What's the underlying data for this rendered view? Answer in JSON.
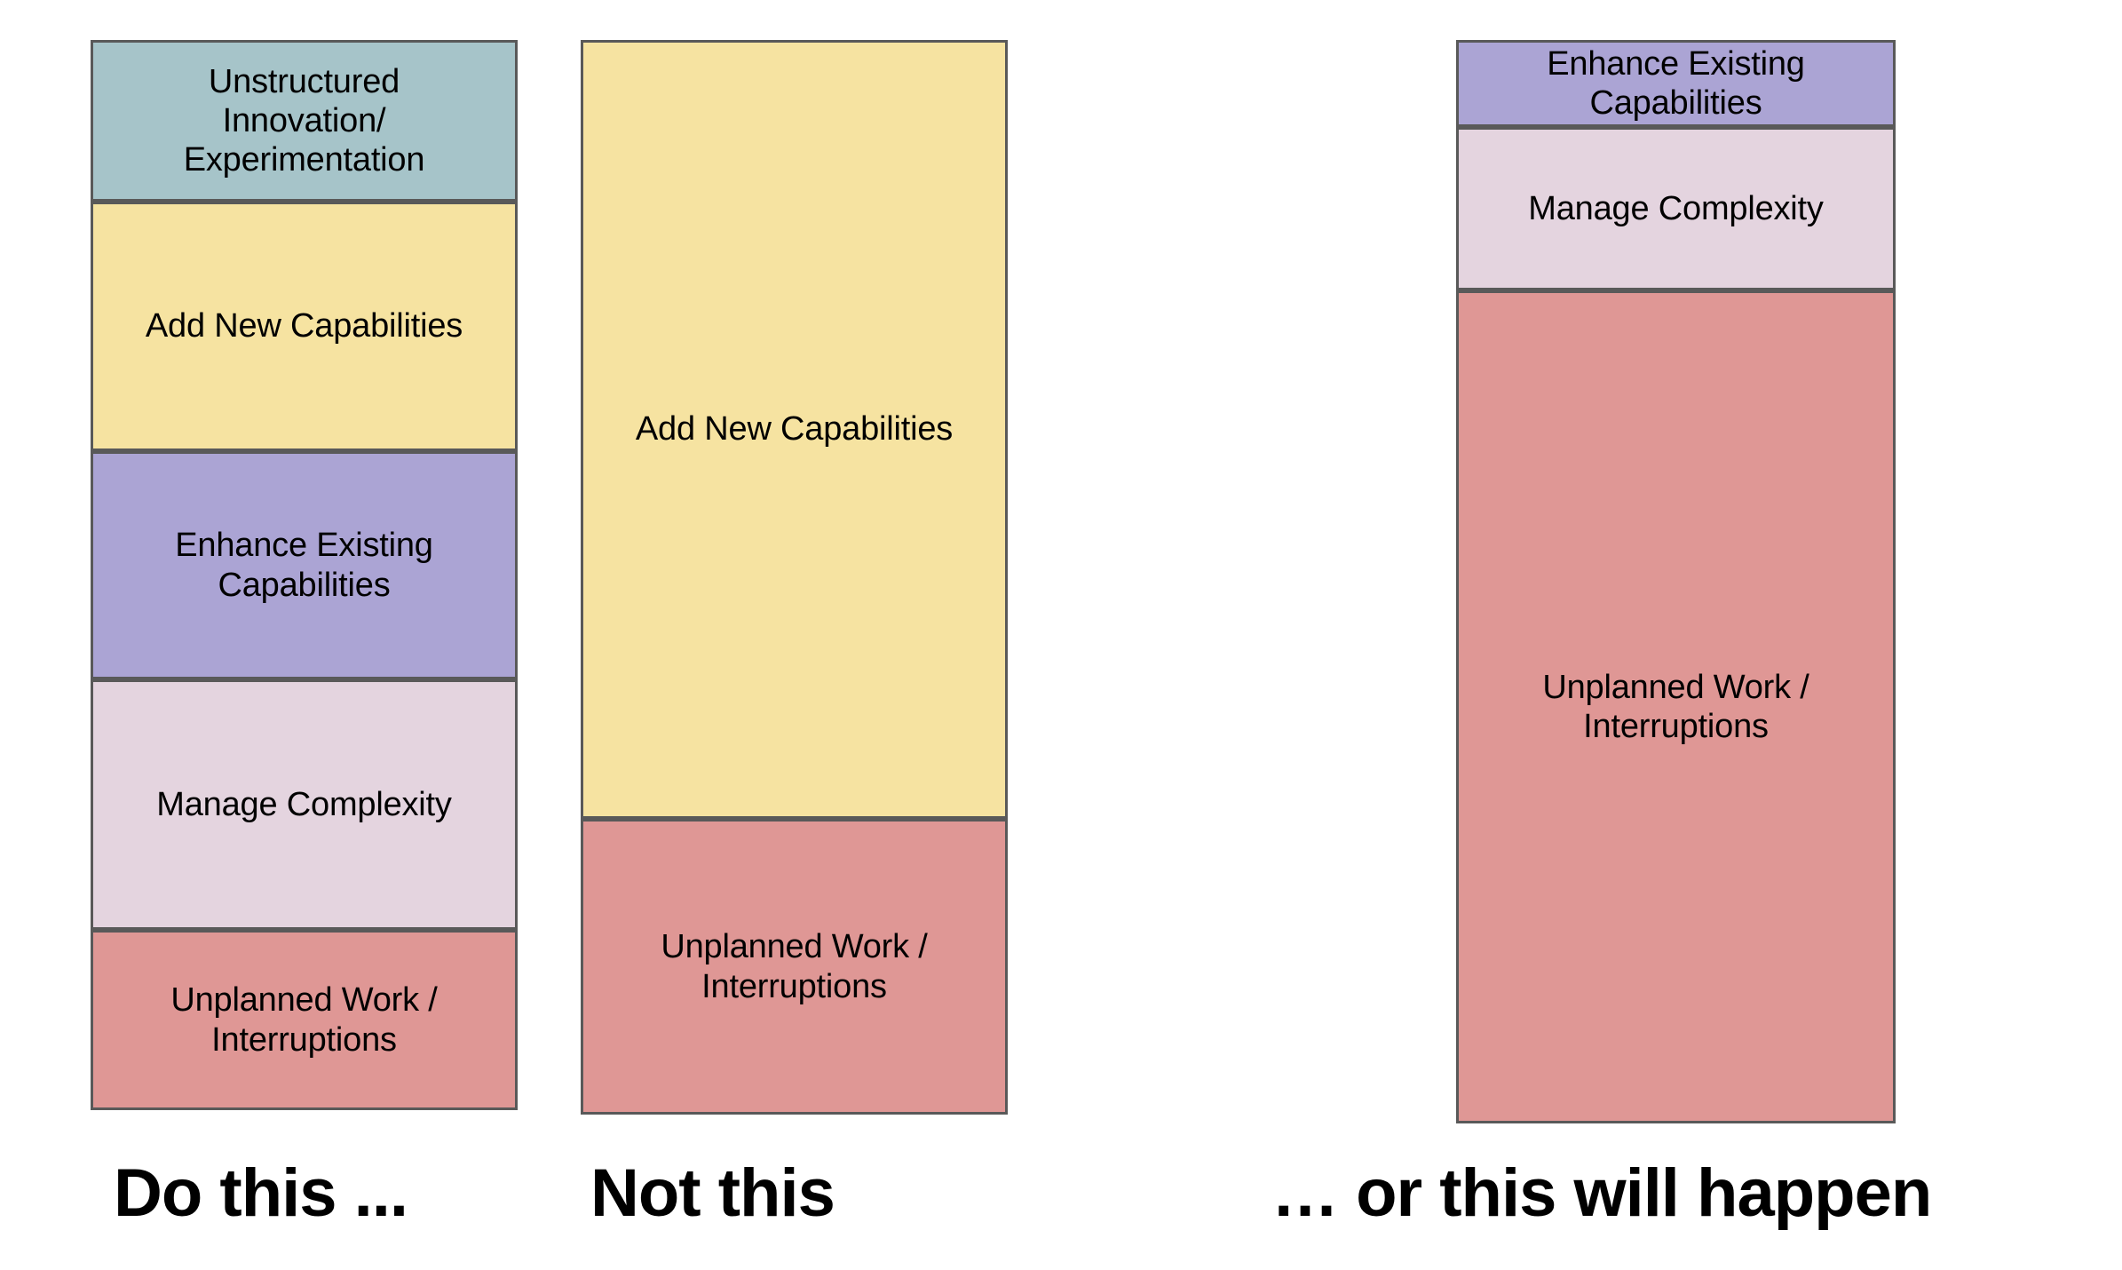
{
  "figure": {
    "background_color": "#ffffff",
    "border_color": "#595959",
    "text_color": "#000000"
  },
  "palette": {
    "unstructured_innovation": "#a6c4c9",
    "add_new_capabilities": "#f6e3a1",
    "enhance_existing_capabilities": "#aba4d4",
    "manage_complexity": "#e4d4df",
    "unplanned_work": "#df9795"
  },
  "chart_data": {
    "type": "bar",
    "title": "",
    "subtitle": "",
    "xlabel": "",
    "ylabel": "",
    "stacked": true,
    "grid": false,
    "legend_position": "none",
    "annotations": [
      "Do this ...",
      "Not this",
      "… or this will happen"
    ],
    "categories": [
      "Do this ...",
      "Not this",
      "… or this will happen"
    ],
    "series": [
      {
        "name": "Unstructured Innovation/\nExperimentation",
        "color": "#a6c4c9",
        "values": [
          182,
          0,
          0
        ]
      },
      {
        "name": "Add New Capabilities",
        "color": "#f6e3a1",
        "values": [
          281,
          877,
          0
        ]
      },
      {
        "name": "Enhance Existing\nCapabilities",
        "color": "#aba4d4",
        "values": [
          257,
          0,
          98
        ]
      },
      {
        "name": "Manage Complexity",
        "color": "#e4d4df",
        "values": [
          282,
          0,
          184
        ]
      },
      {
        "name": "Unplanned Work /\nInterruptions",
        "color": "#df9795",
        "values": [
          203,
          333,
          938
        ]
      }
    ]
  },
  "columns": [
    {
      "id": "col-1",
      "caption": "Do this ...",
      "segments": [
        {
          "label": "Unstructured\nInnovation/\nExperimentation",
          "color": "#a6c4c9",
          "value": 182
        },
        {
          "label": "Add New Capabilities",
          "color": "#f6e3a1",
          "value": 281
        },
        {
          "label": "Enhance Existing\nCapabilities",
          "color": "#aba4d4",
          "value": 257
        },
        {
          "label": "Manage Complexity",
          "color": "#e4d4df",
          "value": 282
        },
        {
          "label": "Unplanned Work /\nInterruptions",
          "color": "#df9795",
          "value": 203
        }
      ]
    },
    {
      "id": "col-2",
      "caption": "Not this",
      "segments": [
        {
          "label": "Add New Capabilities",
          "color": "#f6e3a1",
          "value": 877
        },
        {
          "label": "Unplanned Work /\nInterruptions",
          "color": "#df9795",
          "value": 333
        }
      ]
    },
    {
      "id": "col-3",
      "caption": "… or this will happen",
      "segments": [
        {
          "label": "Enhance Existing\nCapabilities",
          "color": "#aba4d4",
          "value": 98
        },
        {
          "label": "Manage Complexity",
          "color": "#e4d4df",
          "value": 184
        },
        {
          "label": "Unplanned Work /\nInterruptions",
          "color": "#df9795",
          "value": 938
        }
      ]
    }
  ]
}
